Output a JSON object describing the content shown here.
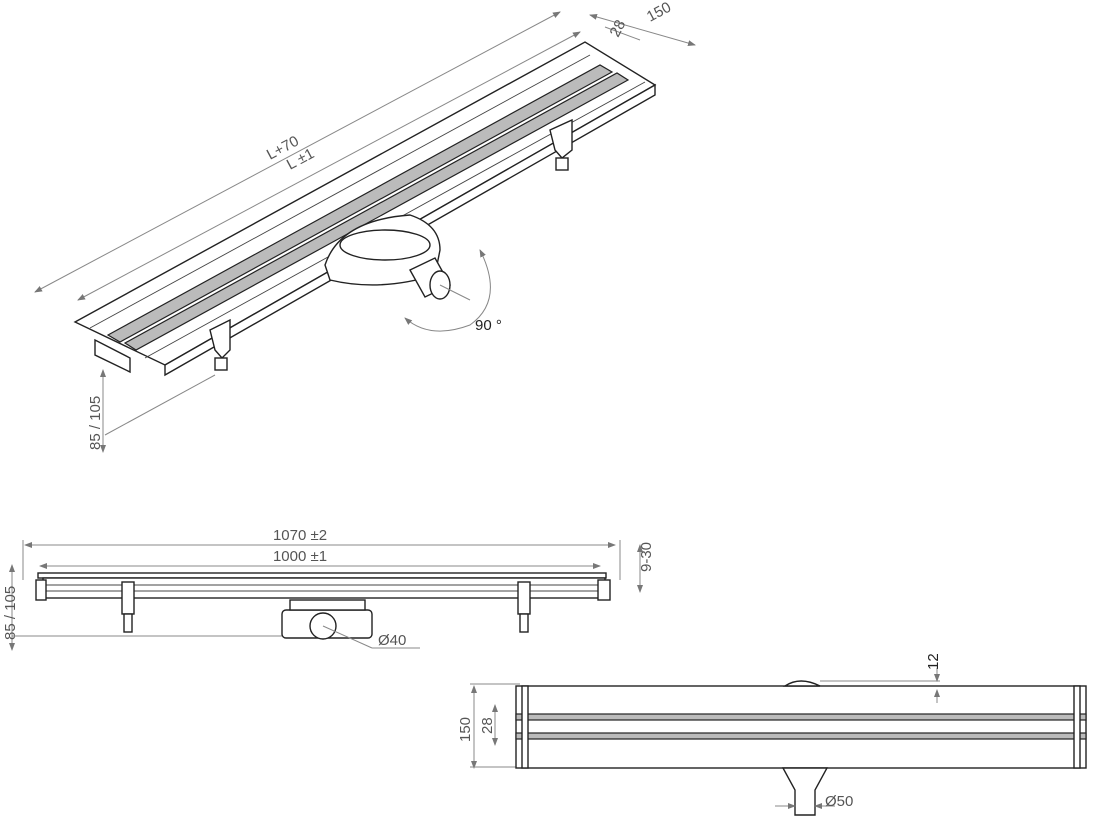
{
  "isometric_view": {
    "overall_length": "L+70",
    "grate_length": "L ±1",
    "grate_width": "28",
    "overall_width": "150",
    "rotation": "90 °",
    "height_range": "85 / 105"
  },
  "side_view": {
    "overall_length": "1070 ±2",
    "grate_length": "1000 ±1",
    "tile_height": "9-30",
    "height_range": "85 / 105",
    "outlet_diameter": "Ø40"
  },
  "top_view": {
    "offset": "12",
    "overall_width": "150",
    "grate_width": "28",
    "outlet_diameter": "Ø50"
  }
}
